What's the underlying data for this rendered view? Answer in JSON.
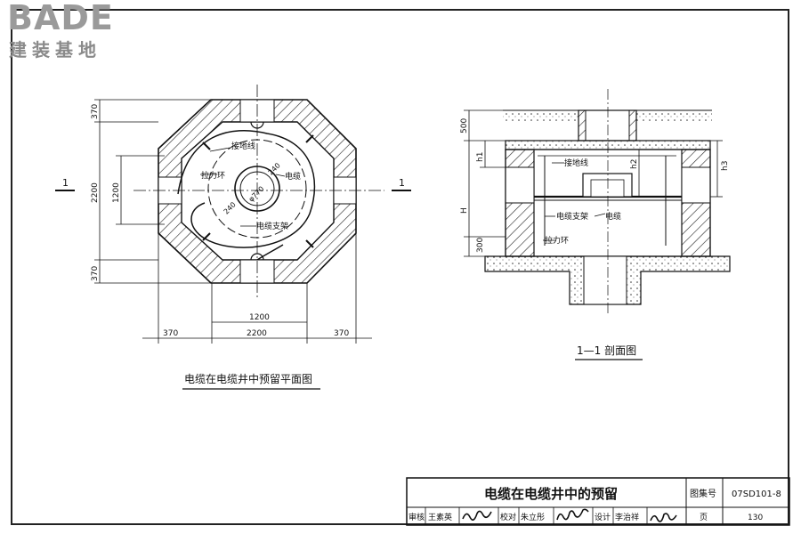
{
  "watermark": {
    "brand": "BADE",
    "subtitle": "建装基地"
  },
  "plan_view": {
    "caption": "电缆在电缆井中预留平面图",
    "labels": {
      "grounding_wire": "接地线",
      "pull_ring": "拉力环",
      "cable": "电缆",
      "cable_support": "电缆支架",
      "diameter": "φ770",
      "radius_a": "240",
      "radius_b": "240",
      "section_mark_left": "1",
      "section_mark_right": "1"
    },
    "dimensions": {
      "top_wall": "370",
      "height_total": "2200",
      "height_inner": "1200",
      "bottom_wall": "370",
      "bottom_inner": "1200",
      "bottom_left_wall": "370",
      "bottom_total": "2200",
      "bottom_right_wall": "370"
    }
  },
  "section_view": {
    "caption": "1—1 剖面图",
    "labels": {
      "grounding_wire": "接地线",
      "cable_support": "电缆支架",
      "cable": "电缆",
      "pull_ring": "拉力环"
    },
    "dimensions": {
      "top": "500",
      "h1": "h1",
      "h2": "h2",
      "h3": "h3",
      "H": "H",
      "bottom": "300"
    }
  },
  "title_block": {
    "title": "电缆在电缆井中的预留",
    "atlas_label": "图集号",
    "atlas_no": "07SD101-8",
    "review_label": "审核",
    "reviewer": "王素英",
    "check_label": "校对",
    "checker": "朱立彤",
    "design_label": "设计",
    "designer": "李治祥",
    "page_label": "页",
    "page_no": "130"
  }
}
